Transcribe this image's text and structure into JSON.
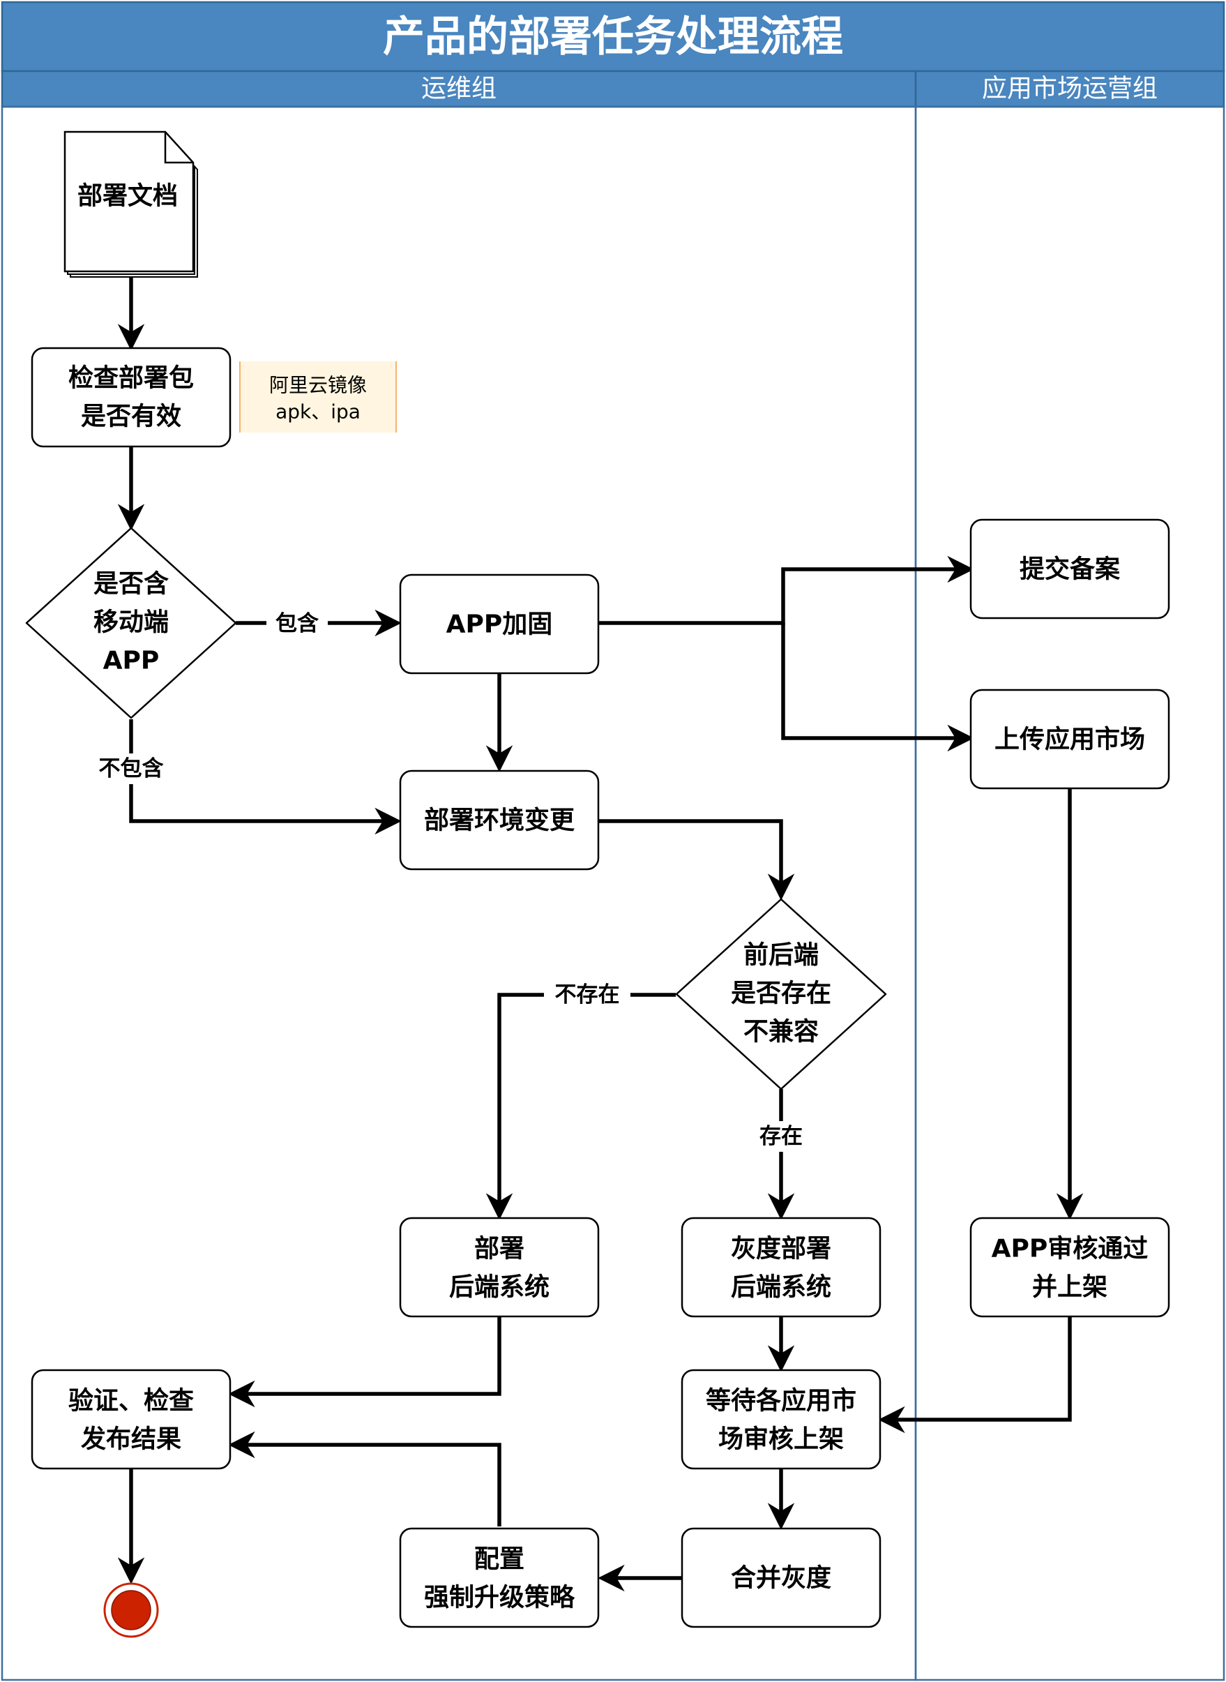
{
  "diagram": {
    "title": "产品的部署任务处理流程",
    "lanes": [
      {
        "id": "ops",
        "label": "运维组"
      },
      {
        "id": "market",
        "label": "应用市场运营组"
      }
    ],
    "colors": {
      "header_fill": "#4a86bf",
      "header_stroke": "#2f6797",
      "lane_border": "#3b6f9f",
      "note_fill": "#fff5e0",
      "note_border": "#f6b26b",
      "end_fill": "#cc2200",
      "end_ring": "#cc2200"
    },
    "nodes": {
      "doc": {
        "label": [
          "部署文档"
        ],
        "shape": "document"
      },
      "check": {
        "label": [
          "检查部署包",
          "是否有效"
        ],
        "shape": "rounded-rect"
      },
      "note": {
        "label": [
          "阿里云镜像",
          "apk、ipa"
        ],
        "shape": "annotation"
      },
      "has_app": {
        "label": [
          "是否含",
          "移动端",
          "APP"
        ],
        "shape": "diamond"
      },
      "harden": {
        "label": [
          "APP加固"
        ],
        "shape": "rounded-rect"
      },
      "filing": {
        "label": [
          "提交备案"
        ],
        "shape": "rounded-rect"
      },
      "upload": {
        "label": [
          "上传应用市场"
        ],
        "shape": "rounded-rect"
      },
      "env_change": {
        "label": [
          "部署环境变更"
        ],
        "shape": "rounded-rect"
      },
      "compat": {
        "label": [
          "前后端",
          "是否存在",
          "不兼容"
        ],
        "shape": "diamond"
      },
      "deploy_backend": {
        "label": [
          "部署",
          "后端系统"
        ],
        "shape": "rounded-rect"
      },
      "gray_deploy": {
        "label": [
          "灰度部署",
          "后端系统"
        ],
        "shape": "rounded-rect"
      },
      "app_review": {
        "label": [
          "APP审核通过",
          "并上架"
        ],
        "shape": "rounded-rect"
      },
      "verify": {
        "label": [
          "验证、检查",
          "发布结果"
        ],
        "shape": "rounded-rect"
      },
      "wait_review": {
        "label": [
          "等待各应用市",
          "场审核上架"
        ],
        "shape": "rounded-rect"
      },
      "merge_gray": {
        "label": [
          "合并灰度"
        ],
        "shape": "rounded-rect"
      },
      "force_upgrade": {
        "label": [
          "配置",
          "强制升级策略"
        ],
        "shape": "rounded-rect"
      },
      "end": {
        "label": [],
        "shape": "end-event"
      }
    },
    "edges": [
      {
        "from": "doc",
        "to": "check",
        "label": ""
      },
      {
        "from": "check",
        "to": "has_app",
        "label": ""
      },
      {
        "from": "has_app",
        "to": "harden",
        "label": "包含"
      },
      {
        "from": "has_app",
        "to": "env_change",
        "label": "不包含"
      },
      {
        "from": "harden",
        "to": "env_change",
        "label": ""
      },
      {
        "from": "harden",
        "to": "filing",
        "label": ""
      },
      {
        "from": "harden",
        "to": "upload",
        "label": ""
      },
      {
        "from": "upload",
        "to": "app_review",
        "label": ""
      },
      {
        "from": "env_change",
        "to": "compat",
        "label": ""
      },
      {
        "from": "compat",
        "to": "deploy_backend",
        "label": "不存在"
      },
      {
        "from": "compat",
        "to": "gray_deploy",
        "label": "存在"
      },
      {
        "from": "deploy_backend",
        "to": "verify",
        "label": ""
      },
      {
        "from": "gray_deploy",
        "to": "wait_review",
        "label": ""
      },
      {
        "from": "app_review",
        "to": "wait_review",
        "label": ""
      },
      {
        "from": "wait_review",
        "to": "merge_gray",
        "label": ""
      },
      {
        "from": "merge_gray",
        "to": "force_upgrade",
        "label": ""
      },
      {
        "from": "force_upgrade",
        "to": "verify",
        "label": ""
      },
      {
        "from": "verify",
        "to": "end",
        "label": ""
      }
    ]
  }
}
